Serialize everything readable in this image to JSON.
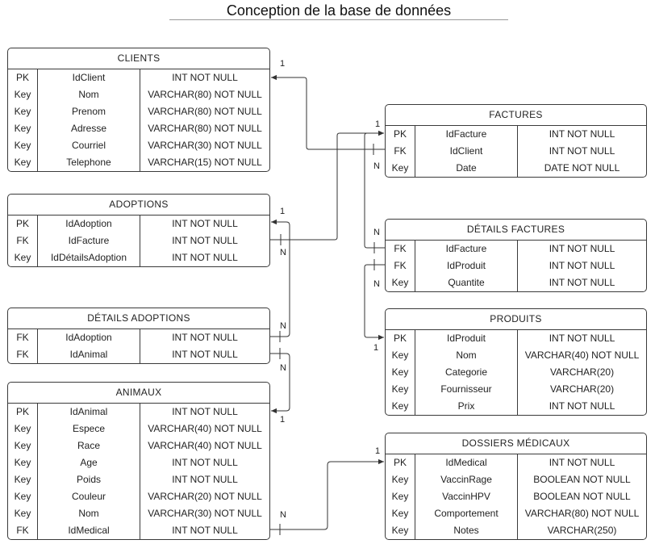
{
  "page": {
    "title": "Conception de la base de données"
  },
  "entities": [
    {
      "id": "clients",
      "name": "CLIENTS",
      "rows": [
        [
          "PK",
          "IdClient",
          "INT NOT NULL"
        ],
        [
          "Key",
          "Nom",
          "VARCHAR(80) NOT NULL"
        ],
        [
          "Key",
          "Prenom",
          "VARCHAR(80) NOT NULL"
        ],
        [
          "Key",
          "Adresse",
          "VARCHAR(80) NOT NULL"
        ],
        [
          "Key",
          "Courriel",
          "VARCHAR(30) NOT NULL"
        ],
        [
          "Key",
          "Telephone",
          "VARCHAR(15) NOT NULL"
        ]
      ]
    },
    {
      "id": "adoptions",
      "name": "ADOPTIONS",
      "rows": [
        [
          "PK",
          "IdAdoption",
          "INT NOT NULL"
        ],
        [
          "FK",
          "IdFacture",
          "INT NOT NULL"
        ],
        [
          "Key",
          "IdDétailsAdoption",
          "INT NOT NULL"
        ]
      ]
    },
    {
      "id": "details_adoptions",
      "name": "DÉTAILS ADOPTIONS",
      "rows": [
        [
          "FK",
          "IdAdoption",
          "INT NOT NULL"
        ],
        [
          "FK",
          "IdAnimal",
          "INT NOT NULL"
        ]
      ]
    },
    {
      "id": "animaux",
      "name": "ANIMAUX",
      "rows": [
        [
          "PK",
          "IdAnimal",
          "INT NOT NULL"
        ],
        [
          "Key",
          "Espece",
          "VARCHAR(40) NOT NULL"
        ],
        [
          "Key",
          "Race",
          "VARCHAR(40) NOT NULL"
        ],
        [
          "Key",
          "Age",
          "INT NOT NULL"
        ],
        [
          "Key",
          "Poids",
          "INT NOT NULL"
        ],
        [
          "Key",
          "Couleur",
          "VARCHAR(20) NOT NULL"
        ],
        [
          "Key",
          "Nom",
          "VARCHAR(30) NOT NULL"
        ],
        [
          "FK",
          "IdMedical",
          "INT NOT NULL"
        ]
      ]
    },
    {
      "id": "factures",
      "name": "FACTURES",
      "rows": [
        [
          "PK",
          "IdFacture",
          "INT NOT NULL"
        ],
        [
          "FK",
          "IdClient",
          "INT NOT NULL"
        ],
        [
          "Key",
          "Date",
          "DATE NOT NULL"
        ]
      ]
    },
    {
      "id": "details_factures",
      "name": "DÉTAILS FACTURES",
      "rows": [
        [
          "FK",
          "IdFacture",
          "INT NOT NULL"
        ],
        [
          "FK",
          "IdProduit",
          "INT NOT NULL"
        ],
        [
          "Key",
          "Quantite",
          "INT NOT NULL"
        ]
      ]
    },
    {
      "id": "produits",
      "name": "PRODUITS",
      "rows": [
        [
          "PK",
          "IdProduit",
          "INT NOT NULL"
        ],
        [
          "Key",
          "Nom",
          "VARCHAR(40) NOT NULL"
        ],
        [
          "Key",
          "Categorie",
          "VARCHAR(20)"
        ],
        [
          "Key",
          "Fournisseur",
          "VARCHAR(20)"
        ],
        [
          "Key",
          "Prix",
          "INT NOT NULL"
        ]
      ]
    },
    {
      "id": "dossiers_medicaux",
      "name": "DOSSIERS MÉDICAUX",
      "rows": [
        [
          "PK",
          "IdMedical",
          "INT NOT NULL"
        ],
        [
          "Key",
          "VaccinRage",
          "BOOLEAN NOT NULL"
        ],
        [
          "Key",
          "VaccinHPV",
          "BOOLEAN NOT NULL"
        ],
        [
          "Key",
          "Comportement",
          "VARCHAR(80) NOT NULL"
        ],
        [
          "Key",
          "Notes",
          "VARCHAR(250)"
        ]
      ]
    }
  ],
  "cardinalities": {
    "clients_one": "1",
    "factures_one": "1",
    "factures_many": "N",
    "adoptions_one": "1",
    "adoptions_many": "N",
    "detfact_many_top": "N",
    "detfact_many_bottom": "N",
    "produits_one": "1",
    "detadopt_many_top": "N",
    "detadopt_many_bottom": "N",
    "animaux_one": "1",
    "animaux_many": "N",
    "dossiers_one": "1"
  }
}
